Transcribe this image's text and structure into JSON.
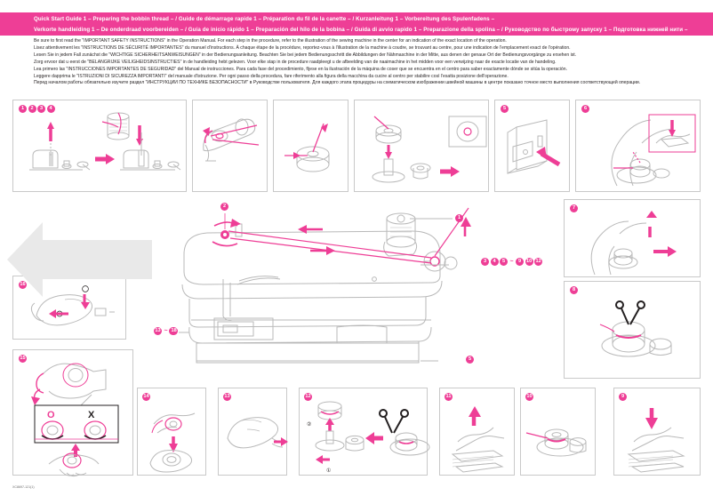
{
  "banner": {
    "line1": "Quick Start Guide 1  – Preparing the bobbin thread – / Guide de démarrage rapide 1  – Préparation du fil de la canette – / Kurzanleitung 1  – Vorbereitung des Spulenfadens –",
    "line2": "Verkorte handleiding 1  – De onderdraad voorbereiden – / Guía de inicio rápido 1  – Preparación del hilo de la bobina – / Guida di avvio rapido 1  – Preparazione della spolina – / Руководство по быстрому запуску 1 – Подготовка нижней нити –"
  },
  "intro": {
    "en": "Be sure to first read the \"IMPORTANT SAFETY INSTRUCTIONS\" in the Operation Manual. For each step in the procedure, refer to the illustration of the sewing machine in the center for an indication of the exact location of the operation.",
    "fr": "Lisez attentivement les \"INSTRUCTIONS DE SÉCURITÉ IMPORTANTES\" du manuel d'instructions. À chaque étape de la procédure, reportez-vous à l'illustration de la machine à coudre, se trouvant au centre, pour une indication de l'emplacement exact de l'opération.",
    "de": "Lesen Sie in jedem Fall zunächst die \"WICHTIGE SICHERHEITSANWEISUNGEN\" in der Bedienungsanleitung. Beachten Sie bei jedem Bedienungsschritt die Abbildungen der Nähmaschine in der Mitte, aus denen der genaue Ort der Bedienungsvorgänge zu ersehen ist.",
    "nl": "Zorg ervoor dat u eerst de \"BELANGRIJKE VEILIGHEIDSINSTRUCTIES\" in de handleiding hebt gelezen.  Voor elke stap in de procedure raadpleegt u de afbeelding van de naaimachine in het midden voor een verwijzing naar de exacte locatie van de handeling.",
    "es": "Lea primero las \"INSTRUCCIONES IMPORTANTES DE SEGURIDAD\" del Manual de instrucciones. Para cada fase del procedimiento, fíjese en la ilustración de la máquina de coser que se encuentra en el centro para saber exactamente dónde se sitúa la operación.",
    "it": "Leggere dapprima le \"ISTRUZIONI DI SICUREZZA IMPORTANTI\" del manuale d'istruzione. Per ogni passo della procedura, fare riferimento alla figura della macchina da cucire al centro per stabilire così l'esatta posizione dell'operazione.",
    "ru": "Перед началом работы обязательно изучите раздел \"ИНСТРУКЦИИ ПО ТЕХНИКЕ БЕЗОПАСНОСТИ\" в Руководстве пользователя. Для каждого этапа процедуры на схематическом изображении швейной машины в центре показано точное место выполнения соответствующей операции."
  },
  "panels": {
    "p1_badges": [
      "1",
      "2",
      "3",
      "4"
    ],
    "p2_badges": [],
    "p3_badges": [],
    "p4_badges": [],
    "p5_badge": "5",
    "p6_badge": "6",
    "p7_badge": "7",
    "p8_badge": "8",
    "p9_badge": "9",
    "p10_badge": "10",
    "p11_badge": "11",
    "p12_badge": "12",
    "p13_badge": "13",
    "p14_badge": "14",
    "p15_badge": "15",
    "p16_badge": "16"
  },
  "machine_callouts": {
    "top_right": "1",
    "top_left": "2",
    "right_group": [
      "3",
      "4",
      "5",
      "9",
      "10",
      "12"
    ],
    "right_group_tilde": "~",
    "bottom_left_group": [
      "13",
      "18"
    ],
    "bottom_left_tilde": "~",
    "bottom_right": "5",
    "left_mid": "18"
  },
  "inline_marks": {
    "circle_one": "①",
    "circle_two": "②",
    "ok_mark": "O",
    "ng_mark": "X"
  },
  "footer": {
    "code": "XC8697-121(1)"
  },
  "colors": {
    "accent": "#ee3e96",
    "line": "#c9c9c9",
    "text": "#231f20"
  }
}
